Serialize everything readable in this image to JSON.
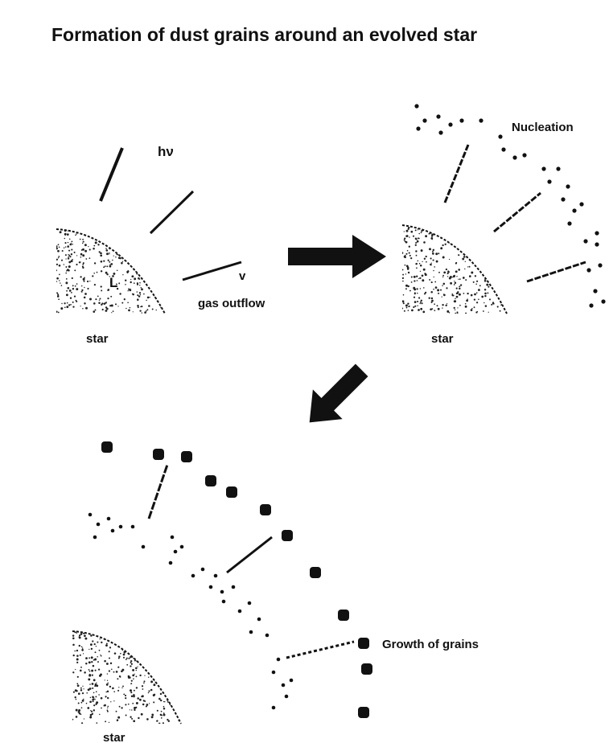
{
  "title": "Formation of dust grains around an evolved star",
  "panel1": {
    "star_label": "star",
    "luminosity_label": "L",
    "radiation_label": "hν",
    "outflow_label": "gas outflow",
    "velocity_label": "v"
  },
  "panel2": {
    "star_label": "star",
    "stage_label": "Nucleation"
  },
  "panel3": {
    "star_label": "star",
    "stage_label": "Growth of grains"
  },
  "colors": {
    "ink": "#111111",
    "background": "#ffffff"
  },
  "icons": [
    "arrow-right-icon",
    "arrow-down-left-icon"
  ]
}
